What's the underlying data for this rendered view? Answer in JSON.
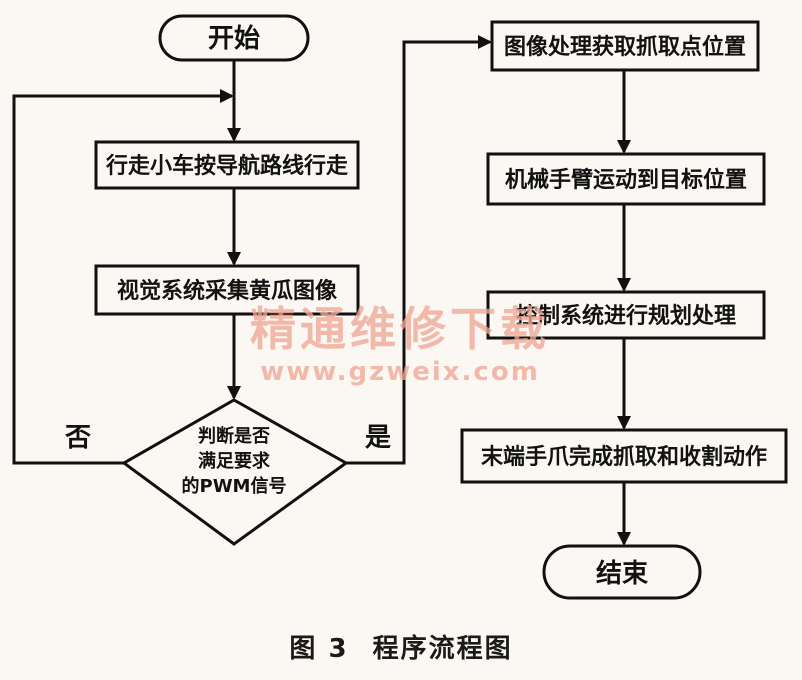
{
  "diagram": {
    "nodes": {
      "start": "开始",
      "walk": "行走小车按导航路线行走",
      "capture": "视觉系统采集黄瓜图像",
      "decision_line1": "判断是否",
      "decision_line2": "满足要求",
      "decision_line3": "的PWM信号",
      "process_image": "图像处理获取抓取点位置",
      "arm_move": "机械手臂运动到目标位置",
      "plan": "控制系统进行规划处理",
      "gripper": "末端手爪完成抓取和收割动作",
      "end": "结束"
    },
    "edges": {
      "no_label": "否",
      "yes_label": "是"
    }
  },
  "watermark": {
    "text": "精通维修下载",
    "url": "www.gzweix.com",
    "color": "#f0a896"
  },
  "caption": {
    "figure": "图 3",
    "title": "程序流程图"
  }
}
